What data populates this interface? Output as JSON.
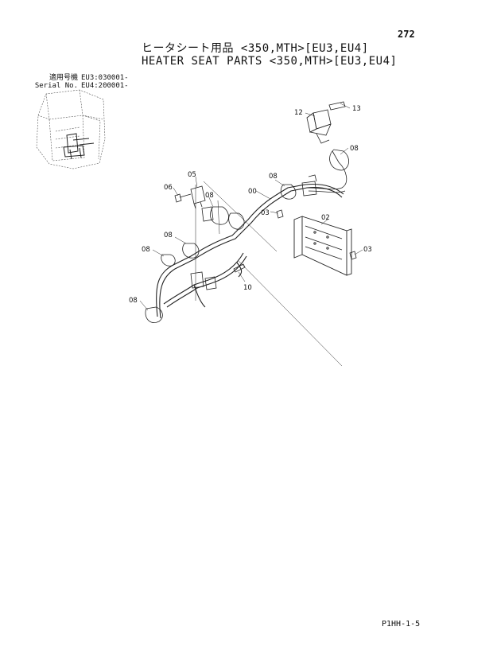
{
  "page": {
    "number": "272",
    "title_jp": "ヒータシート用品 <350,MTH>[EU3,EU4]",
    "title_en": "HEATER SEAT PARTS <350,MTH>[EU3,EU4]",
    "footer_code": "P1HH-1-5"
  },
  "serial": [
    {
      "label": "適用号機",
      "value": "EU3:030001-"
    },
    {
      "label": "Serial No.",
      "value": "EU4:200001-"
    }
  ],
  "callouts": {
    "c12": "12",
    "c13": "13",
    "c08a": "08",
    "c05": "05",
    "c06": "06",
    "c08b": "08",
    "c08c": "08",
    "c00": "00",
    "c03a": "03",
    "c02": "02",
    "c08d": "08",
    "c08e": "08",
    "c03b": "03",
    "c10": "10",
    "c08f": "08"
  }
}
